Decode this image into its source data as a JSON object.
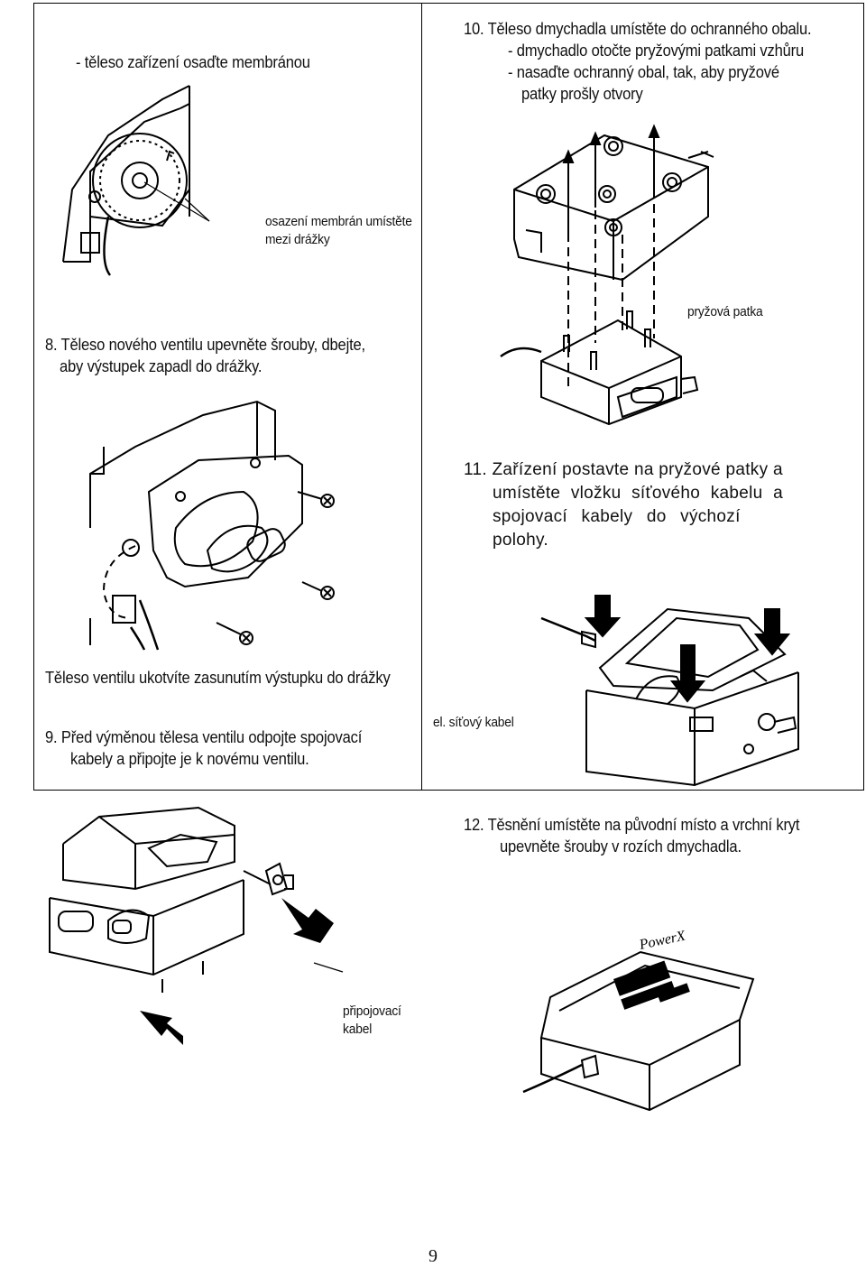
{
  "left_column": {
    "step7_caption": "- těleso zařízení osaďte membránou",
    "callout_diaphragm": [
      "osazení membrán umístěte",
      "mezi drážky"
    ],
    "step8": [
      "8. Těleso nového ventilu upevněte šrouby, dbejte,",
      "aby výstupek zapadl do drážky."
    ],
    "caption_slot": "Těleso ventilu ukotvíte zasunutím výstupku do drážky",
    "step9": [
      "9. Před výměnou tělesa ventilu odpojte spojovací",
      "kabely a připojte je k novému ventilu."
    ]
  },
  "right_column": {
    "step10": [
      "10. Těleso dmychadla umístěte do ochranného obalu.",
      "- dmychadlo otočte pryžovými patkami vzhůru",
      "- nasaďte ochranný obal, tak, aby pryžové",
      "patky prošly otvory"
    ],
    "label_rubber_foot": "pryžová patka",
    "step11": [
      "11. Zařízení postavte na pryžové patky a",
      "umístěte vložku síťového kabelu a",
      "spojovací kabely do výchozí",
      "polohy."
    ],
    "label_power_cable": "el. síťový kabel"
  },
  "bottom": {
    "label_connecting_cable": [
      "připojovací",
      "kabel"
    ],
    "step12": [
      "12. Těsnění umístěte na původní místo a vrchní kryt",
      "upevněte šrouby v rozích dmychadla."
    ],
    "product_logo": "PowerX"
  },
  "page_number": "9"
}
